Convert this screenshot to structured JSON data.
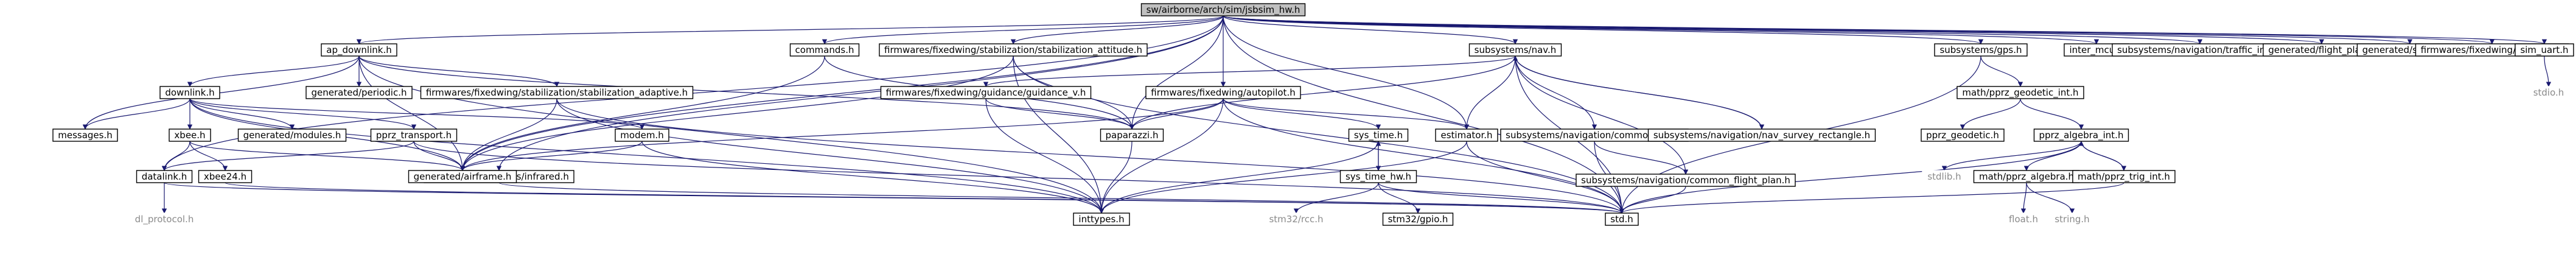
{
  "colors": {
    "edge": "#191970",
    "root_fill": "#c0c0c0",
    "node_border": "#000000",
    "system_text": "#8a8a8a"
  },
  "nodes": [
    {
      "id": "root",
      "label": "sw/airborne/arch/sim/jsbsim_hw.h",
      "kind": "root"
    },
    {
      "id": "ap_downlink",
      "label": "ap_downlink.h",
      "kind": "file"
    },
    {
      "id": "commands",
      "label": "commands.h",
      "kind": "file"
    },
    {
      "id": "stab_att",
      "label": "firmwares/fixedwing/stabilization/stabilization_attitude.h",
      "kind": "file"
    },
    {
      "id": "autopilot",
      "label": "firmwares/fixedwing/autopilot.h",
      "kind": "file"
    },
    {
      "id": "nav",
      "label": "subsystems/nav.h",
      "kind": "file"
    },
    {
      "id": "gps",
      "label": "subsystems/gps.h",
      "kind": "file"
    },
    {
      "id": "inter_mcu",
      "label": "inter_mcu.h",
      "kind": "file"
    },
    {
      "id": "traffic_info",
      "label": "subsystems/navigation/traffic_info.h",
      "kind": "file"
    },
    {
      "id": "flight_plan",
      "label": "generated/flight_plan.h",
      "kind": "file"
    },
    {
      "id": "settings",
      "label": "generated/settings.h",
      "kind": "file"
    },
    {
      "id": "main_ap",
      "label": "firmwares/fixedwing/main_ap.h",
      "kind": "file"
    },
    {
      "id": "sim_uart",
      "label": "sim_uart.h",
      "kind": "file"
    },
    {
      "id": "downlink",
      "label": "downlink.h",
      "kind": "file"
    },
    {
      "id": "periodic",
      "label": "generated/periodic.h",
      "kind": "file"
    },
    {
      "id": "stab_adapt",
      "label": "firmwares/fixedwing/stabilization/stabilization_adaptive.h",
      "kind": "file"
    },
    {
      "id": "infrared",
      "label": "subsystems/sensors/infrared.h",
      "kind": "file"
    },
    {
      "id": "guidance_v",
      "label": "firmwares/fixedwing/guidance/guidance_v.h",
      "kind": "file"
    },
    {
      "id": "common_nav",
      "label": "subsystems/navigation/common_nav.h",
      "kind": "file"
    },
    {
      "id": "nav_survey",
      "label": "subsystems/navigation/nav_survey_rectangle.h",
      "kind": "file"
    },
    {
      "id": "geodetic_int",
      "label": "math/pprz_geodetic_int.h",
      "kind": "file"
    },
    {
      "id": "stdio",
      "label": "stdio.h",
      "kind": "system"
    },
    {
      "id": "messages",
      "label": "messages.h",
      "kind": "file"
    },
    {
      "id": "xbee",
      "label": "xbee.h",
      "kind": "file"
    },
    {
      "id": "modules",
      "label": "generated/modules.h",
      "kind": "file"
    },
    {
      "id": "pprz_transport",
      "label": "pprz_transport.h",
      "kind": "file"
    },
    {
      "id": "modem",
      "label": "modem.h",
      "kind": "file"
    },
    {
      "id": "paparazzi",
      "label": "paparazzi.h",
      "kind": "file"
    },
    {
      "id": "estimator",
      "label": "estimator.h",
      "kind": "file"
    },
    {
      "id": "sys_time",
      "label": "sys_time.h",
      "kind": "file"
    },
    {
      "id": "common_flight_plan",
      "label": "subsystems/navigation/common_flight_plan.h",
      "kind": "file"
    },
    {
      "id": "pprz_geodetic",
      "label": "pprz_geodetic.h",
      "kind": "file"
    },
    {
      "id": "algebra_int",
      "label": "pprz_algebra_int.h",
      "kind": "file"
    },
    {
      "id": "datalink",
      "label": "datalink.h",
      "kind": "file"
    },
    {
      "id": "xbee24",
      "label": "xbee24.h",
      "kind": "file"
    },
    {
      "id": "airframe",
      "label": "generated/airframe.h",
      "kind": "file"
    },
    {
      "id": "inttypes",
      "label": "inttypes.h",
      "kind": "file"
    },
    {
      "id": "sys_time_hw",
      "label": "sys_time_hw.h",
      "kind": "file"
    },
    {
      "id": "math_algebra",
      "label": "math/pprz_algebra.h",
      "kind": "file"
    },
    {
      "id": "stdlib",
      "label": "stdlib.h",
      "kind": "system"
    },
    {
      "id": "trig_int",
      "label": "math/pprz_trig_int.h",
      "kind": "file"
    },
    {
      "id": "dl_protocol",
      "label": "dl_protocol.h",
      "kind": "system"
    },
    {
      "id": "stm32rcc",
      "label": "stm32/rcc.h",
      "kind": "system"
    },
    {
      "id": "stm32gpio",
      "label": "stm32/gpio.h",
      "kind": "file"
    },
    {
      "id": "std",
      "label": "std.h",
      "kind": "file"
    },
    {
      "id": "float",
      "label": "float.h",
      "kind": "system"
    },
    {
      "id": "string",
      "label": "string.h",
      "kind": "system"
    }
  ],
  "edges": [
    [
      "root",
      "ap_downlink"
    ],
    [
      "root",
      "commands"
    ],
    [
      "root",
      "stab_att"
    ],
    [
      "root",
      "autopilot"
    ],
    [
      "root",
      "nav"
    ],
    [
      "root",
      "gps"
    ],
    [
      "root",
      "inter_mcu"
    ],
    [
      "root",
      "traffic_info"
    ],
    [
      "root",
      "flight_plan"
    ],
    [
      "root",
      "settings"
    ],
    [
      "root",
      "main_ap"
    ],
    [
      "root",
      "sim_uart"
    ],
    [
      "root",
      "infrared"
    ],
    [
      "root",
      "datalink"
    ],
    [
      "root",
      "paparazzi"
    ],
    [
      "root",
      "estimator"
    ],
    [
      "root",
      "airframe"
    ],
    [
      "root",
      "std"
    ],
    [
      "ap_downlink",
      "downlink"
    ],
    [
      "ap_downlink",
      "periodic"
    ],
    [
      "ap_downlink",
      "stab_adapt"
    ],
    [
      "ap_downlink",
      "messages"
    ],
    [
      "ap_downlink",
      "airframe"
    ],
    [
      "ap_downlink",
      "paparazzi"
    ],
    [
      "ap_downlink",
      "inttypes"
    ],
    [
      "downlink",
      "messages"
    ],
    [
      "downlink",
      "xbee"
    ],
    [
      "downlink",
      "modules"
    ],
    [
      "downlink",
      "pprz_transport"
    ],
    [
      "downlink",
      "modem"
    ],
    [
      "downlink",
      "airframe"
    ],
    [
      "downlink",
      "inttypes"
    ],
    [
      "xbee",
      "datalink"
    ],
    [
      "xbee",
      "xbee24"
    ],
    [
      "xbee",
      "airframe"
    ],
    [
      "pprz_transport",
      "datalink"
    ],
    [
      "pprz_transport",
      "std"
    ],
    [
      "pprz_transport",
      "airframe"
    ],
    [
      "modem",
      "inttypes"
    ],
    [
      "modem",
      "airframe"
    ],
    [
      "datalink",
      "dl_protocol"
    ],
    [
      "datalink",
      "std"
    ],
    [
      "xbee24",
      "std"
    ],
    [
      "commands",
      "airframe"
    ],
    [
      "commands",
      "paparazzi"
    ],
    [
      "stab_adapt",
      "airframe"
    ],
    [
      "stab_adapt",
      "std"
    ],
    [
      "stab_adapt",
      "inttypes"
    ],
    [
      "stab_att",
      "airframe"
    ],
    [
      "stab_att",
      "paparazzi"
    ],
    [
      "stab_att",
      "inttypes"
    ],
    [
      "stab_att",
      "std"
    ],
    [
      "infrared",
      "airframe"
    ],
    [
      "infrared",
      "std"
    ],
    [
      "guidance_v",
      "paparazzi"
    ],
    [
      "guidance_v",
      "inttypes"
    ],
    [
      "autopilot",
      "std"
    ],
    [
      "autopilot",
      "paparazzi"
    ],
    [
      "autopilot",
      "estimator"
    ],
    [
      "autopilot",
      "sys_time"
    ],
    [
      "autopilot",
      "airframe"
    ],
    [
      "autopilot",
      "inttypes"
    ],
    [
      "nav",
      "std"
    ],
    [
      "nav",
      "paparazzi"
    ],
    [
      "nav",
      "common_nav"
    ],
    [
      "nav",
      "nav_survey"
    ],
    [
      "nav",
      "common_flight_plan"
    ],
    [
      "nav",
      "guidance_v"
    ],
    [
      "nav",
      "estimator"
    ],
    [
      "nav_survey",
      "nav"
    ],
    [
      "common_nav",
      "std"
    ],
    [
      "common_nav",
      "common_flight_plan"
    ],
    [
      "common_flight_plan",
      "std"
    ],
    [
      "gps",
      "geodetic_int"
    ],
    [
      "gps",
      "std"
    ],
    [
      "geodetic_int",
      "pprz_geodetic"
    ],
    [
      "geodetic_int",
      "algebra_int"
    ],
    [
      "algebra_int",
      "stdlib"
    ],
    [
      "algebra_int",
      "trig_int"
    ],
    [
      "algebra_int",
      "math_algebra"
    ],
    [
      "algebra_int",
      "std"
    ],
    [
      "trig_int",
      "algebra_int"
    ],
    [
      "trig_int",
      "std"
    ],
    [
      "math_algebra",
      "float"
    ],
    [
      "math_algebra",
      "string"
    ],
    [
      "sys_time",
      "sys_time_hw"
    ],
    [
      "sys_time",
      "inttypes"
    ],
    [
      "sys_time_hw",
      "sys_time"
    ],
    [
      "sys_time_hw",
      "std"
    ],
    [
      "sys_time_hw",
      "stm32rcc"
    ],
    [
      "sys_time_hw",
      "stm32gpio"
    ],
    [
      "estimator",
      "std"
    ],
    [
      "estimator",
      "inttypes"
    ],
    [
      "paparazzi",
      "inttypes"
    ],
    [
      "sim_uart",
      "stdio"
    ]
  ]
}
